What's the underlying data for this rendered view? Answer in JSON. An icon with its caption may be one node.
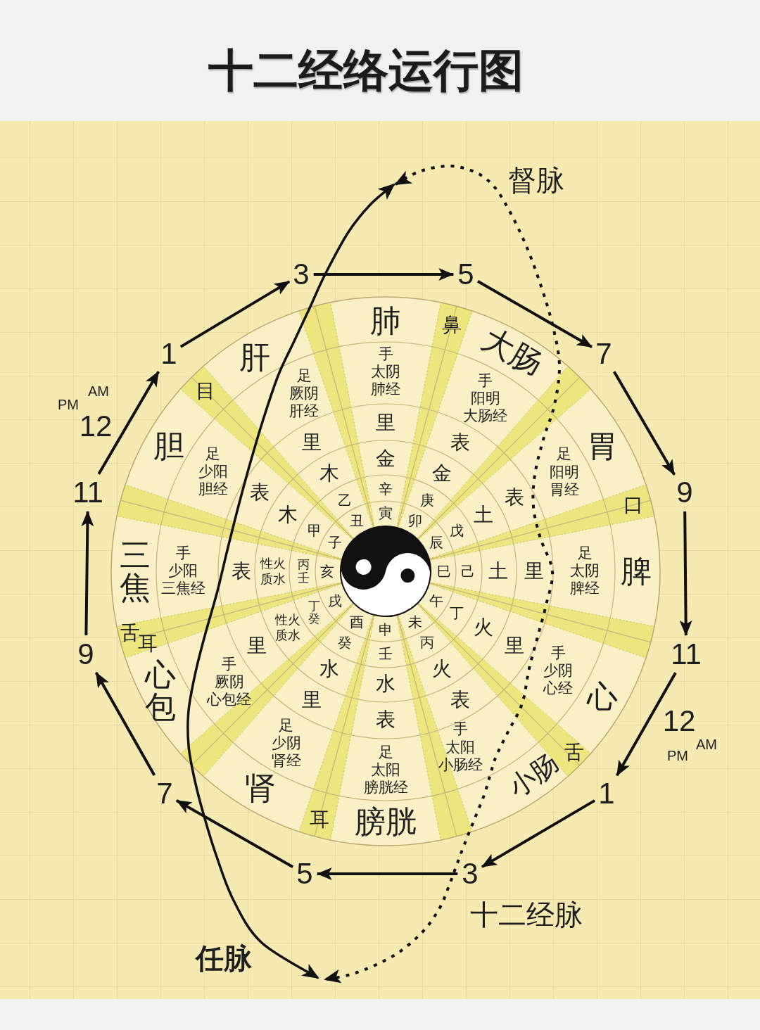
{
  "diagram": {
    "title": "十二经络运行图",
    "nodes": [
      {
        "text": [
          "3"
        ]
      },
      {
        "text": [
          "5"
        ]
      },
      {
        "text": [
          "7"
        ]
      },
      {
        "text": [
          "9"
        ]
      },
      {
        "text": [
          "11"
        ]
      },
      {
        "text": [
          "1"
        ]
      },
      {
        "text": [
          "3"
        ]
      },
      {
        "text": [
          "5"
        ]
      },
      {
        "text": [
          "7"
        ]
      },
      {
        "text": [
          "9"
        ]
      },
      {
        "text": [
          "11"
        ]
      },
      {
        "text": [
          "1"
        ]
      }
    ],
    "edges": [
      {
        "from": 0,
        "to": 1,
        "arrow": "to"
      },
      {
        "from": 1,
        "to": 2,
        "arrow": "to"
      },
      {
        "from": 2,
        "to": 3,
        "arrow": "to"
      },
      {
        "from": 3,
        "to": 4,
        "arrow": "to"
      },
      {
        "from": 4,
        "to": 5,
        "arrow": "to"
      },
      {
        "from": 5,
        "to": 6,
        "arrow": "to"
      },
      {
        "from": 6,
        "to": 7,
        "arrow": "to"
      },
      {
        "from": 7,
        "to": 8,
        "arrow": "to"
      },
      {
        "from": 8,
        "to": 9,
        "arrow": "to"
      },
      {
        "from": 9,
        "to": 10,
        "arrow": "to"
      },
      {
        "from": 10,
        "to": 11,
        "arrow": "to"
      },
      {
        "from": 11,
        "to": 0,
        "arrow": "to"
      }
    ],
    "labels": [
      "督脉",
      "肺",
      "手太阴肺经",
      "里",
      "金",
      "辛",
      "寅",
      "鼻",
      "大肠",
      "手阳明大肠经",
      "表",
      "金",
      "庚",
      "卯",
      "胃",
      "足阳明胃经",
      "表",
      "土",
      "戊",
      "辰",
      "口",
      "巳",
      "己",
      "土",
      "里",
      "足太阴脾经",
      "脾",
      "午",
      "丁",
      "火",
      "里",
      "手少阴心经",
      "心",
      "舌",
      "未",
      "丙",
      "火",
      "表",
      "手太阳小肠经",
      "小肠",
      "申",
      "壬",
      "水",
      "表",
      "足太阳膀胱经",
      "膀胱",
      "耳",
      "酉",
      "癸",
      "水",
      "里",
      "足少阴肾经",
      "肾",
      "心包",
      "手厥阴心包经",
      "里",
      "性火质水",
      "丁癸",
      "戌",
      "舌",
      "耳",
      "三焦",
      "手少阳三焦经",
      "表",
      "性火质水",
      "丙壬",
      "亥",
      "胆",
      "足少阳胆经",
      "表",
      "木",
      "甲",
      "子",
      "目",
      "肝",
      "足厥阴肝经",
      "里",
      "木",
      "乙",
      "丑",
      "PM",
      "AM",
      "12",
      "12",
      "AM",
      "PM",
      "十二经脉",
      "任脉"
    ]
  }
}
